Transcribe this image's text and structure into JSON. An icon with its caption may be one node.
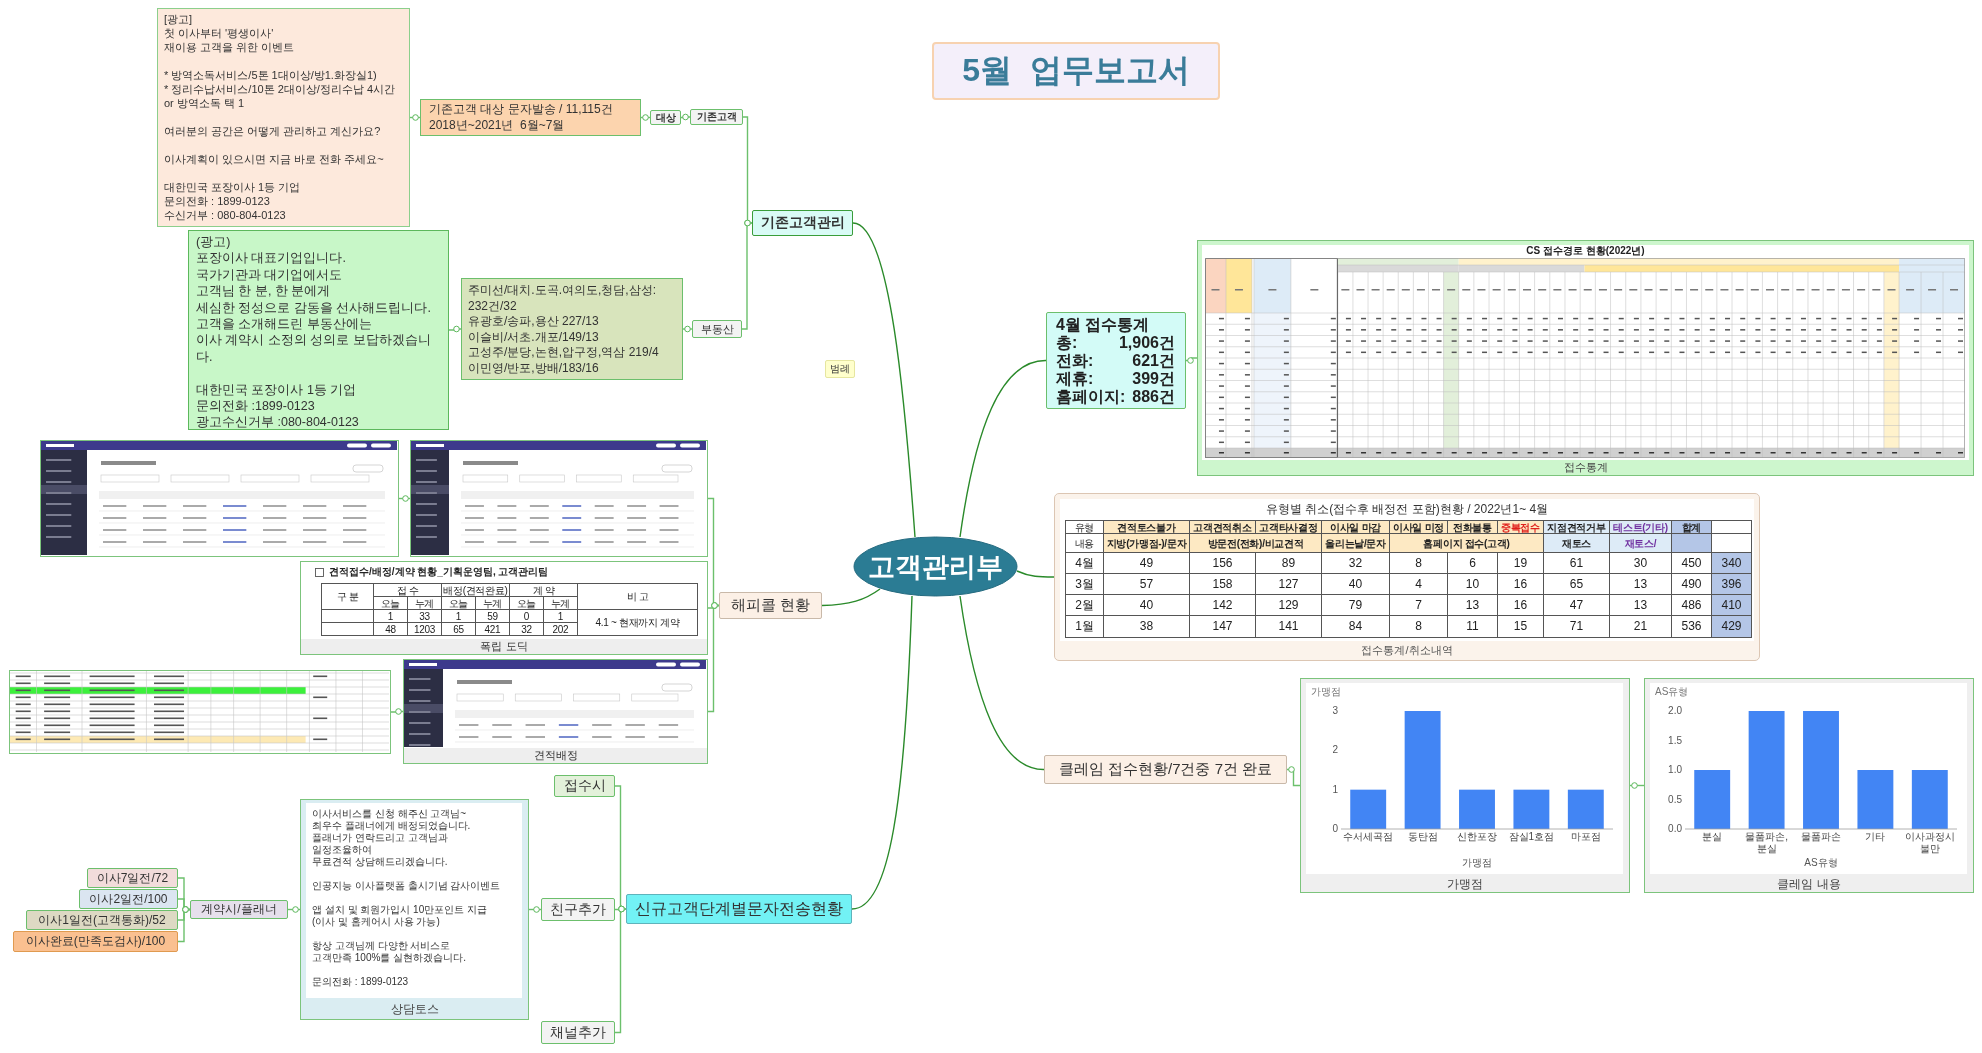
{
  "diagram": {
    "title": "5월  업무보고서",
    "nodes": [
      {
        "text": [
          "고객관리부"
        ]
      },
      {
        "text": [
          "기존고객관리"
        ]
      },
      {
        "text": [
          "기존고객"
        ]
      },
      {
        "text": [
          "대상"
        ]
      },
      {
        "text": [
          "기존고객 대상 문자발송 / 11,115건",
          "2018년~2021년  6월~7월"
        ]
      },
      {
        "text": [
          "[광고]",
          "첫 이사부터 '평생이사'",
          "재이용 고객을 위한 이벤트",
          "* 방역소독서비스/5톤 1대이상/방1.화장실1)",
          "* 정리수납서비스/10톤 2대이상/정리수납 4시간 or 방역소독 택 1",
          "여러분의 공간은 어떻게 관리하고 계신가요?",
          "이사계획이 있으시면 지금 바로 전화 주세요~",
          "대한민국 포장이사 1등 기업",
          "문의전화 : 1899-0123",
          "수신거부 : 080-804-0123"
        ]
      },
      {
        "text": [
          "부동산"
        ]
      },
      {
        "text": [
          "주미선/대치.도곡.여의도,청담,삼성: 232건/32",
          "유광호/송파,용산 227/13",
          "이슬비/서초.개포/149/13",
          "고성주/분당,논현,압구정,역삼 219/4",
          "이민영/반포,방배/183/16"
        ]
      },
      {
        "text": [
          "(광고)",
          "포장이사 대표기업입니다.",
          "국가기관과 대기업에서도",
          "고객님 한 분, 한 분에게",
          "세심한 정성으로 감동을 선사해드립니다.",
          "고객을 소개해드린 부동산에는",
          "이사 계약시 소정의 성의로 보답하겠습니다.",
          "대한민국 포장이사 1등 기업",
          "문의전화 :1899-0123",
          "광고수신거부 :080-804-0123"
        ]
      },
      {
        "text": [
          "해피콜 현황"
        ]
      },
      {
        "text": [],
        "shape": "picture"
      },
      {
        "text": [],
        "shape": "picture"
      },
      {
        "text": [
          "견적접수/배정/계약 현황_기획운영팀, 고객관리팀",
          "폭립 도딕"
        ]
      },
      {
        "text": [
          "견적배정"
        ]
      },
      {
        "text": [],
        "shape": "picture"
      },
      {
        "text": [
          "4월 접수통계",
          "총:",
          "1,906건",
          "전화:",
          "621건",
          "제휴:",
          "399건",
          "홈페이지:",
          "886건"
        ]
      },
      {
        "text": [
          "CS 접수경로 현황(2022년)",
          "접수통계"
        ]
      },
      {
        "text": [
          "유형별 취소(접수후 배정전 포함)현황 / 2022년1~ 4월",
          "접수통계/취소내역"
        ]
      },
      {
        "text": [
          "클레임 접수현황/7건중 7건 완료"
        ]
      },
      {
        "text": [
          "가맹점"
        ]
      },
      {
        "text": [
          "클레임 내용"
        ]
      },
      {
        "text": [
          "신규고객단계별문자전송현황"
        ]
      },
      {
        "text": [
          "접수시"
        ]
      },
      {
        "text": [
          "친구추가"
        ]
      },
      {
        "text": [
          "채널추가"
        ]
      },
      {
        "text": [
          "이사서비스를 신청 해주신 고객님~",
          "최우수 플래너에게 배정되었습니다.",
          "플래너가 연락드리고 고객님과",
          "일정조율하여",
          "무료견적 상담해드리겠습니다.",
          "인공지능 이사플랫폼 출시기념 감사이벤트",
          "앱 설치 및 회원가입시 10만포인트 지급",
          "(이사 및 홈케어시 사용 가능)",
          "항상 고객님께 다양한 서비스로",
          "고객만족 100%를 실현하겠습니다.",
          "문의전화 : 1899-0123",
          "상담토스"
        ]
      },
      {
        "text": [
          "계약시/플래너"
        ]
      },
      {
        "text": [
          "이사7일전/72"
        ]
      },
      {
        "text": [
          "이사2일전/100"
        ]
      },
      {
        "text": [
          "이사1일전(고객통화)/52"
        ]
      },
      {
        "text": [
          "이사완료(만족도검사)/100"
        ]
      }
    ],
    "edges": [
      {
        "from": 0,
        "to": 1,
        "arrow": "none",
        "color": "#2a8a2a"
      },
      {
        "from": 1,
        "to": 2,
        "arrow": "other"
      },
      {
        "from": 2,
        "to": 3,
        "arrow": "other"
      },
      {
        "from": 3,
        "to": 4,
        "arrow": "other"
      },
      {
        "from": 4,
        "to": 5,
        "arrow": "other"
      },
      {
        "from": 1,
        "to": 6,
        "arrow": "other"
      },
      {
        "from": 6,
        "to": 7,
        "arrow": "other"
      },
      {
        "from": 7,
        "to": 8,
        "arrow": "other"
      },
      {
        "from": 0,
        "to": 9,
        "arrow": "none",
        "color": "#2a8a2a"
      },
      {
        "from": 9,
        "to": 10,
        "arrow": "other"
      },
      {
        "from": 10,
        "to": 11,
        "arrow": "other"
      },
      {
        "from": 9,
        "to": 12,
        "arrow": "other"
      },
      {
        "from": 9,
        "to": 13,
        "arrow": "other"
      },
      {
        "from": 13,
        "to": 14,
        "arrow": "other"
      },
      {
        "from": 0,
        "to": 15,
        "arrow": "none",
        "color": "#2a8a2a"
      },
      {
        "from": 15,
        "to": 16,
        "arrow": "other"
      },
      {
        "from": 0,
        "to": 17,
        "arrow": "none",
        "color": "#2a8a2a"
      },
      {
        "from": 0,
        "to": 18,
        "arrow": "none",
        "color": "#2a8a2a"
      },
      {
        "from": 18,
        "to": 19,
        "arrow": "other"
      },
      {
        "from": 19,
        "to": 20,
        "arrow": "other"
      },
      {
        "from": 0,
        "to": 21,
        "arrow": "none",
        "color": "#2a8a2a"
      },
      {
        "from": 21,
        "to": 22,
        "arrow": "other"
      },
      {
        "from": 21,
        "to": 23,
        "arrow": "other"
      },
      {
        "from": 21,
        "to": 24,
        "arrow": "other"
      },
      {
        "from": 23,
        "to": 25,
        "arrow": "other"
      },
      {
        "from": 25,
        "to": 26,
        "arrow": "other"
      },
      {
        "from": 26,
        "to": 27,
        "arrow": "other"
      },
      {
        "from": 26,
        "to": 28,
        "arrow": "other"
      },
      {
        "from": 26,
        "to": 29,
        "arrow": "other"
      },
      {
        "from": 26,
        "to": 30,
        "arrow": "other"
      }
    ],
    "labels": [
      "범례",
      "구 분",
      "접 수",
      "배정(견적완료)",
      "계 약",
      "비 고",
      "오늘",
      "누계",
      "오늘",
      "누계",
      "오늘",
      "누계",
      "1",
      "33",
      "1",
      "59",
      "0",
      "1",
      "4.1 ~ 현재까지 계약",
      "48",
      "1203",
      "65",
      "421",
      "32",
      "202",
      "유형",
      "견적토스불가",
      "고객견적취소",
      "고객타사결정",
      "이사일 마감",
      "이사일 미정",
      "전화불통",
      "중복접수",
      "지점견적거부",
      "테스트(기타)",
      "합계",
      "내용",
      "지방(가맹점-)/문자",
      "방문전(전화)/비교견적",
      "올리는날/문자",
      "홈페이지 접수(고객)",
      "재토스",
      "재토스/",
      "4월",
      "49",
      "156",
      "89",
      "32",
      "8",
      "6",
      "19",
      "61",
      "30",
      "450",
      "340",
      "3월",
      "57",
      "158",
      "127",
      "40",
      "4",
      "10",
      "16",
      "65",
      "13",
      "490",
      "396",
      "2월",
      "40",
      "142",
      "129",
      "79",
      "7",
      "13",
      "16",
      "47",
      "13",
      "486",
      "410",
      "1월",
      "38",
      "147",
      "141",
      "84",
      "8",
      "11",
      "15",
      "71",
      "21",
      "536",
      "429"
    ],
    "chart_data": [
      {
        "type": "bar",
        "title": "가맹점",
        "xlabel": "가맹점",
        "categories": [
          "수서세곡점",
          "동탄점",
          "신한포장",
          "잠실1호점",
          "마포점"
        ],
        "values": [
          1,
          3,
          1,
          1,
          1
        ],
        "ylim": [
          0,
          3
        ],
        "yticks": [
          0,
          1,
          2,
          3
        ]
      },
      {
        "type": "bar",
        "title": "AS유형",
        "xlabel": "AS유형",
        "categories": [
          "분실",
          "물품파손, 분실",
          "물품파손",
          "기타",
          "이사과정시 불만"
        ],
        "values": [
          1,
          2,
          2,
          1,
          1
        ],
        "ylim": [
          0,
          2
        ],
        "yticks": [
          {
            "value": 0,
            "label": "0.0"
          },
          {
            "value": 0.5,
            "label": "0.5"
          },
          {
            "value": 1,
            "label": "1.0"
          },
          {
            "value": 1.5,
            "label": "1.5"
          },
          {
            "value": 2,
            "label": "2.0"
          }
        ]
      }
    ]
  }
}
